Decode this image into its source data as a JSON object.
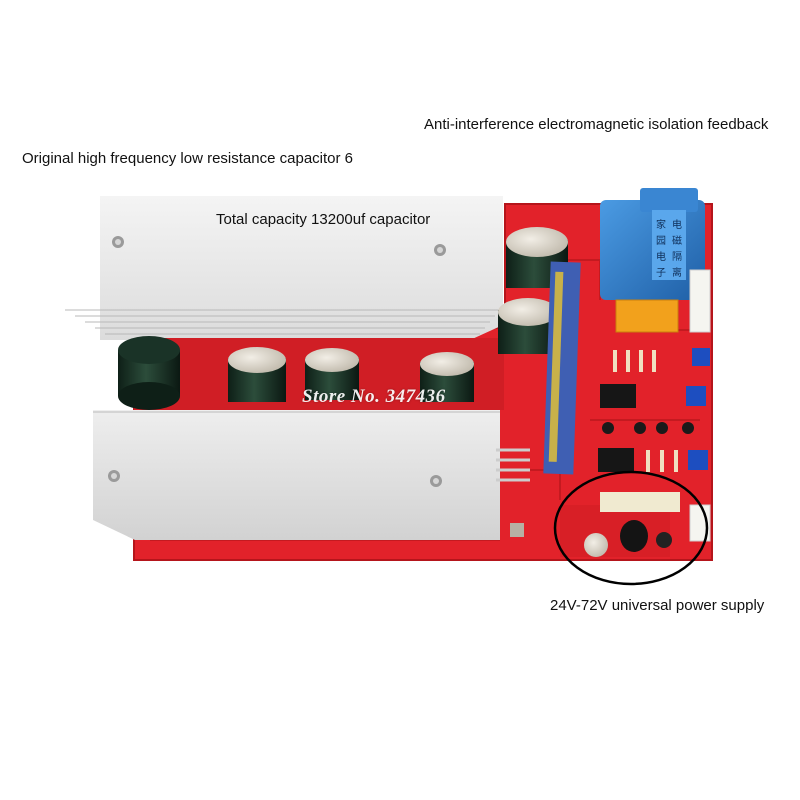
{
  "captions": {
    "feedback": "Anti-interference electromagnetic isolation feedback",
    "capacitor_note": "Original high frequency low resistance capacitor 6",
    "total_capacity": "Total capacity 13200uf capacitor",
    "power_supply": "24V-72V universal power supply"
  },
  "watermark": "Store No. 347436",
  "colors": {
    "pcb": "#e2222a",
    "heatsink": "#e6e6e6",
    "transformer": "#2f7fcf",
    "relay": "#f2a11c",
    "capacitor": "#1f3b2c",
    "highlight_ring": "#000000"
  }
}
